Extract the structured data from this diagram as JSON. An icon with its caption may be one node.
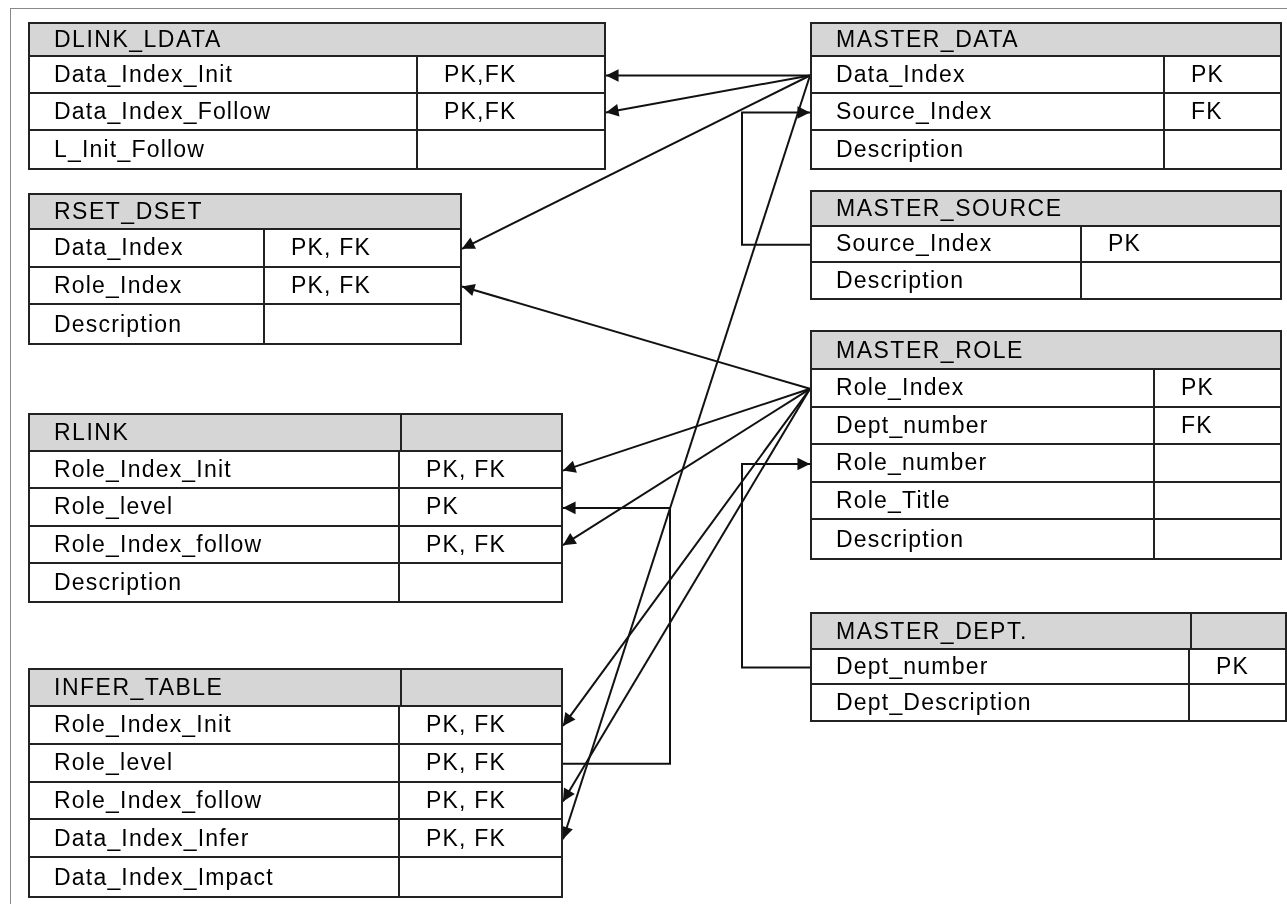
{
  "diagram": {
    "nodes": [
      {
        "text": [
          "DLINK_LDATA"
        ]
      },
      {
        "text": [
          "Data_Index_Init",
          "PK,FK"
        ],
        "in": 0
      },
      {
        "text": [
          "Data_Index_Follow",
          "PK,FK"
        ],
        "in": 0
      },
      {
        "text": [
          "L_Init_Follow"
        ],
        "in": 0
      },
      {
        "text": [
          "MASTER_DATA"
        ]
      },
      {
        "text": [
          "Data_Index",
          "PK"
        ],
        "in": 4
      },
      {
        "text": [
          "Source_Index",
          "FK"
        ],
        "in": 4
      },
      {
        "text": [
          "Description"
        ],
        "in": 4
      },
      {
        "text": [
          "RSET_DSET"
        ]
      },
      {
        "text": [
          "Data_Index",
          "PK, FK"
        ],
        "in": 8
      },
      {
        "text": [
          "Role_Index",
          "PK, FK"
        ],
        "in": 8
      },
      {
        "text": [
          "Description"
        ],
        "in": 8
      },
      {
        "text": [
          "MASTER_SOURCE"
        ]
      },
      {
        "text": [
          "Source_Index",
          "PK"
        ],
        "in": 12
      },
      {
        "text": [
          "Description"
        ],
        "in": 12
      },
      {
        "text": [
          "MASTER_ROLE"
        ]
      },
      {
        "text": [
          "Role_Index",
          "PK"
        ],
        "in": 15
      },
      {
        "text": [
          "Dept_number",
          "FK"
        ],
        "in": 15
      },
      {
        "text": [
          "Role_number"
        ],
        "in": 15
      },
      {
        "text": [
          "Role_Title"
        ],
        "in": 15
      },
      {
        "text": [
          "Description"
        ],
        "in": 15
      },
      {
        "text": [
          "RLINK"
        ]
      },
      {
        "text": [
          "Role_Index_Init",
          "PK, FK"
        ],
        "in": 21
      },
      {
        "text": [
          "Role_level",
          "PK"
        ],
        "in": 21
      },
      {
        "text": [
          "Role_Index_follow",
          "PK, FK"
        ],
        "in": 21
      },
      {
        "text": [
          "Description"
        ],
        "in": 21
      },
      {
        "text": [
          "MASTER_DEPT."
        ]
      },
      {
        "text": [
          "Dept_number",
          "PK"
        ],
        "in": 26
      },
      {
        "text": [
          "Dept_Description"
        ],
        "in": 26
      },
      {
        "text": [
          "INFER_TABLE"
        ]
      },
      {
        "text": [
          "Role_Index_Init",
          "PK, FK"
        ],
        "in": 29
      },
      {
        "text": [
          "Role_level",
          "PK, FK"
        ],
        "in": 29
      },
      {
        "text": [
          "Role_Index_follow",
          "PK, FK"
        ],
        "in": 29
      },
      {
        "text": [
          "Data_Index_Infer",
          "PK, FK"
        ],
        "in": 29
      },
      {
        "text": [
          "Data_Index_Impact"
        ],
        "in": 29
      }
    ],
    "edges": [
      {
        "from": 5,
        "to": 1,
        "arrow": "to"
      },
      {
        "from": 5,
        "to": 2,
        "arrow": "to"
      },
      {
        "from": 5,
        "to": 9,
        "arrow": "to"
      },
      {
        "from": 13,
        "to": 6,
        "arrow": "to"
      },
      {
        "from": 16,
        "to": 10,
        "arrow": "to"
      },
      {
        "from": 16,
        "to": 22,
        "arrow": "to"
      },
      {
        "from": 16,
        "to": 24,
        "arrow": "to"
      },
      {
        "from": 31,
        "to": 23,
        "arrow": "to"
      },
      {
        "from": 27,
        "to": 18,
        "arrow": "to"
      },
      {
        "from": 16,
        "to": 30,
        "arrow": "to"
      },
      {
        "from": 16,
        "to": 32,
        "arrow": "to"
      },
      {
        "from": 5,
        "to": 33,
        "arrow": "to"
      }
    ]
  }
}
